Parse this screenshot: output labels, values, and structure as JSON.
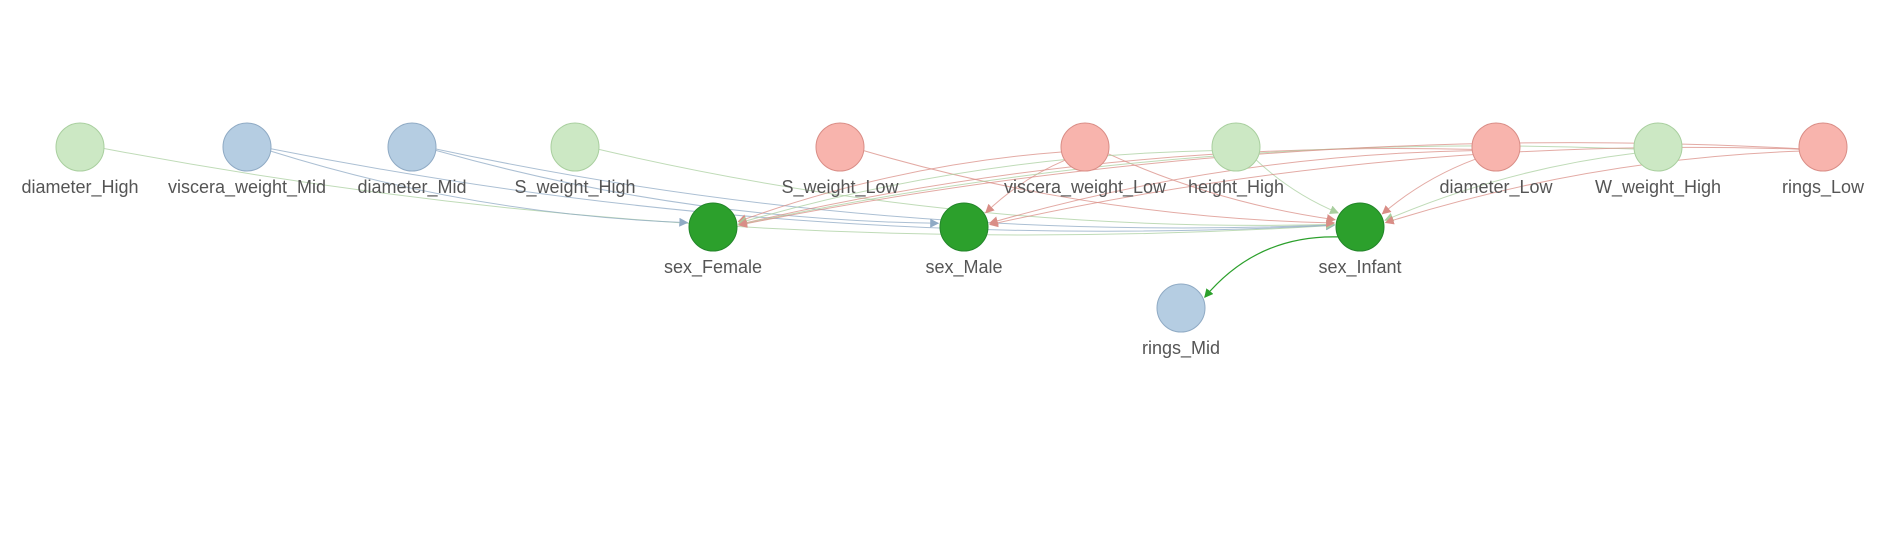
{
  "colors": {
    "green_light_fill": "#cce8c4",
    "green_light_stroke": "#a9cf9f",
    "blue_light_fill": "#b5cde2",
    "blue_light_stroke": "#8faac4",
    "red_light_fill": "#f8b4ad",
    "red_light_stroke": "#d98d86",
    "green_dark_fill": "#2ca02c",
    "green_dark_stroke": "#23862a"
  },
  "nodes": [
    {
      "id": "diameter_High",
      "label": "diameter_High",
      "color": "green_light"
    },
    {
      "id": "viscera_weight_Mid",
      "label": "viscera_weight_Mid",
      "color": "blue_light"
    },
    {
      "id": "diameter_Mid",
      "label": "diameter_Mid",
      "color": "blue_light"
    },
    {
      "id": "S_weight_High",
      "label": "S_weight_High",
      "color": "green_light"
    },
    {
      "id": "S_weight_Low",
      "label": "S_weight_Low",
      "color": "red_light"
    },
    {
      "id": "viscera_weight_Low",
      "label": "viscera_weight_Low",
      "color": "red_light"
    },
    {
      "id": "height_High",
      "label": "height_High",
      "color": "green_light"
    },
    {
      "id": "diameter_Low",
      "label": "diameter_Low",
      "color": "red_light"
    },
    {
      "id": "W_weight_High",
      "label": "W_weight_High",
      "color": "green_light"
    },
    {
      "id": "rings_Low",
      "label": "rings_Low",
      "color": "red_light"
    },
    {
      "id": "sex_Female",
      "label": "sex_Female",
      "color": "green_dark"
    },
    {
      "id": "sex_Male",
      "label": "sex_Male",
      "color": "green_dark"
    },
    {
      "id": "sex_Infant",
      "label": "sex_Infant",
      "color": "green_dark"
    },
    {
      "id": "rings_Mid",
      "label": "rings_Mid",
      "color": "blue_light"
    }
  ],
  "edges": [
    {
      "from": "diameter_High",
      "to": "sex_Infant"
    },
    {
      "from": "viscera_weight_Mid",
      "to": "sex_Female"
    },
    {
      "from": "viscera_weight_Mid",
      "to": "sex_Infant"
    },
    {
      "from": "diameter_Mid",
      "to": "sex_Male"
    },
    {
      "from": "diameter_Mid",
      "to": "sex_Infant"
    },
    {
      "from": "S_weight_High",
      "to": "sex_Infant"
    },
    {
      "from": "S_weight_Low",
      "to": "sex_Infant"
    },
    {
      "from": "viscera_weight_Low",
      "to": "sex_Female"
    },
    {
      "from": "viscera_weight_Low",
      "to": "sex_Male"
    },
    {
      "from": "viscera_weight_Low",
      "to": "sex_Infant"
    },
    {
      "from": "height_High",
      "to": "sex_Female"
    },
    {
      "from": "height_High",
      "to": "sex_Infant"
    },
    {
      "from": "diameter_Low",
      "to": "sex_Female"
    },
    {
      "from": "diameter_Low",
      "to": "sex_Male"
    },
    {
      "from": "diameter_Low",
      "to": "sex_Infant"
    },
    {
      "from": "W_weight_High",
      "to": "sex_Female"
    },
    {
      "from": "W_weight_High",
      "to": "sex_Infant"
    },
    {
      "from": "rings_Low",
      "to": "sex_Female"
    },
    {
      "from": "rings_Low",
      "to": "sex_Male"
    },
    {
      "from": "rings_Low",
      "to": "sex_Infant"
    },
    {
      "from": "sex_Infant",
      "to": "rings_Mid"
    }
  ]
}
